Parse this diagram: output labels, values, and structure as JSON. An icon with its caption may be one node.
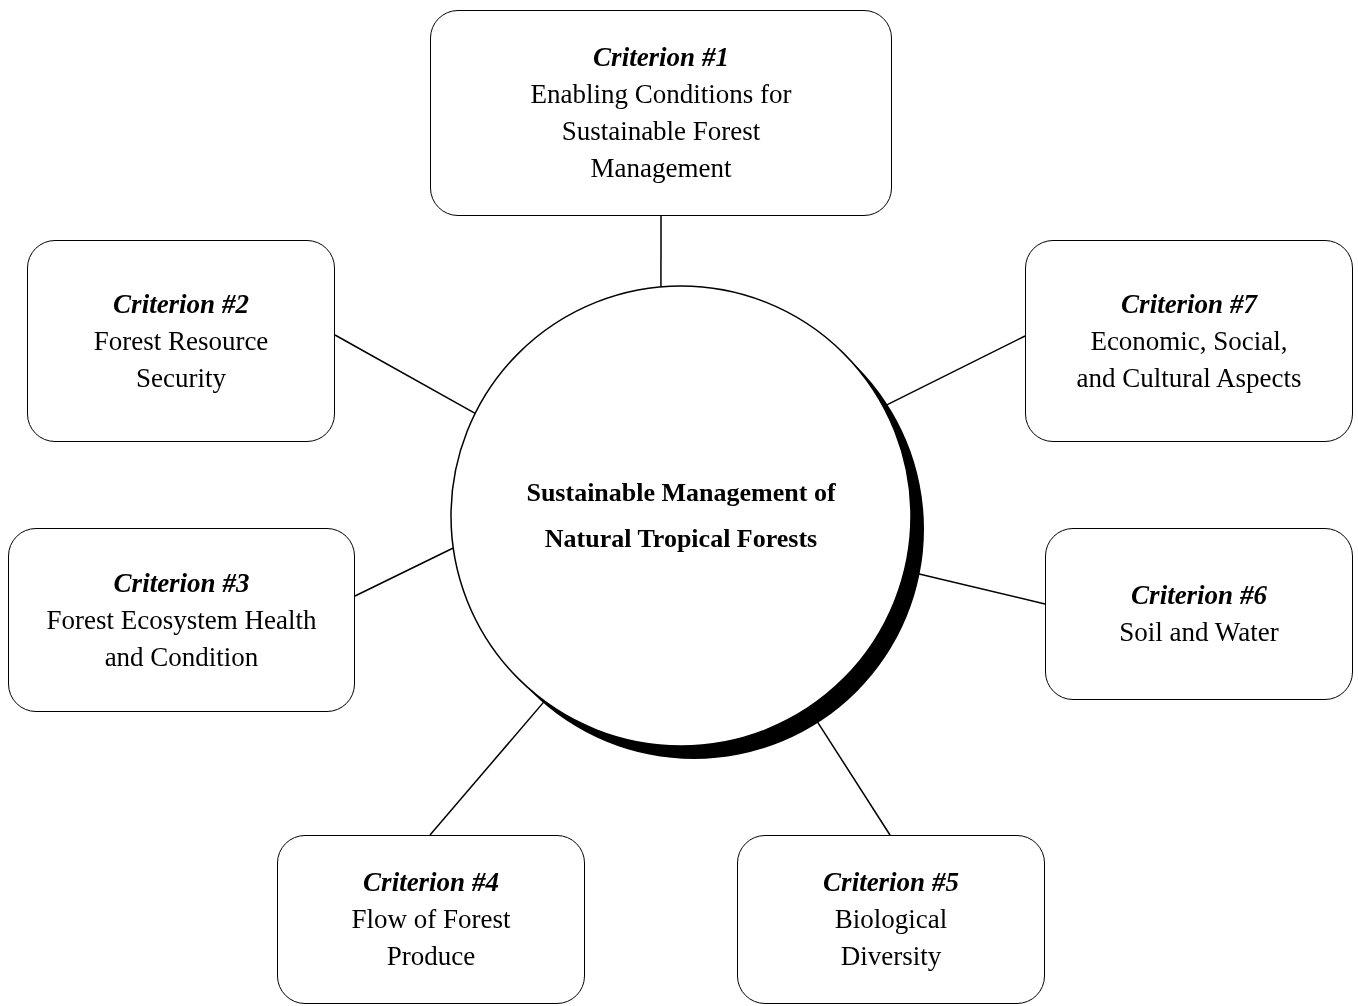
{
  "diagram": {
    "nodes": [
      {
        "text": [
          "Sustainable Management of Natural Tropical Forests"
        ]
      },
      {
        "text": [
          "Criterion #1",
          "Enabling Conditions for Sustainable Forest Management"
        ]
      },
      {
        "text": [
          "Criterion #2",
          "Forest Resource Security"
        ]
      },
      {
        "text": [
          "Criterion #3",
          "Forest Ecosystem Health and Condition"
        ]
      },
      {
        "text": [
          "Criterion #4",
          "Flow of Forest Produce"
        ]
      },
      {
        "text": [
          "Criterion #5",
          "Biological Diversity"
        ]
      },
      {
        "text": [
          "Criterion #6",
          "Soil and Water"
        ]
      },
      {
        "text": [
          "Criterion #7",
          "Economic, Social, and Cultural Aspects"
        ]
      }
    ],
    "edges": [
      {
        "from": 0,
        "to": 1,
        "arrow": "none"
      },
      {
        "from": 0,
        "to": 2,
        "arrow": "none"
      },
      {
        "from": 0,
        "to": 3,
        "arrow": "none"
      },
      {
        "from": 0,
        "to": 4,
        "arrow": "none"
      },
      {
        "from": 0,
        "to": 5,
        "arrow": "none"
      },
      {
        "from": 0,
        "to": 6,
        "arrow": "none"
      },
      {
        "from": 0,
        "to": 7,
        "arrow": "none"
      }
    ]
  }
}
